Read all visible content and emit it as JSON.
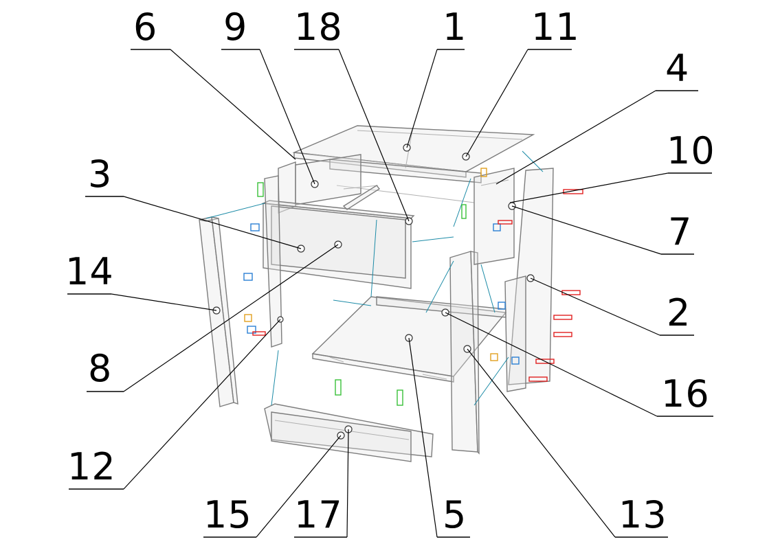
{
  "colors": {
    "background": "#ffffff",
    "lines": "#7c7c7c",
    "text": "#000000",
    "connector": "#1a8aa6",
    "fastener_blue": "#2a7fd4",
    "fastener_green": "#38c038",
    "fastener_orange": "#e0a020",
    "fastener_red": "#e02020"
  },
  "callouts": [
    {
      "id": "6",
      "label": "6"
    },
    {
      "id": "9",
      "label": "9"
    },
    {
      "id": "18",
      "label": "18"
    },
    {
      "id": "1",
      "label": "1"
    },
    {
      "id": "11",
      "label": "11"
    },
    {
      "id": "4",
      "label": "4"
    },
    {
      "id": "10",
      "label": "10"
    },
    {
      "id": "7",
      "label": "7"
    },
    {
      "id": "3",
      "label": "3"
    },
    {
      "id": "14",
      "label": "14"
    },
    {
      "id": "2",
      "label": "2"
    },
    {
      "id": "8",
      "label": "8"
    },
    {
      "id": "16",
      "label": "16"
    },
    {
      "id": "12",
      "label": "12"
    },
    {
      "id": "15",
      "label": "15"
    },
    {
      "id": "17",
      "label": "17"
    },
    {
      "id": "5",
      "label": "5"
    },
    {
      "id": "13",
      "label": "13"
    }
  ]
}
